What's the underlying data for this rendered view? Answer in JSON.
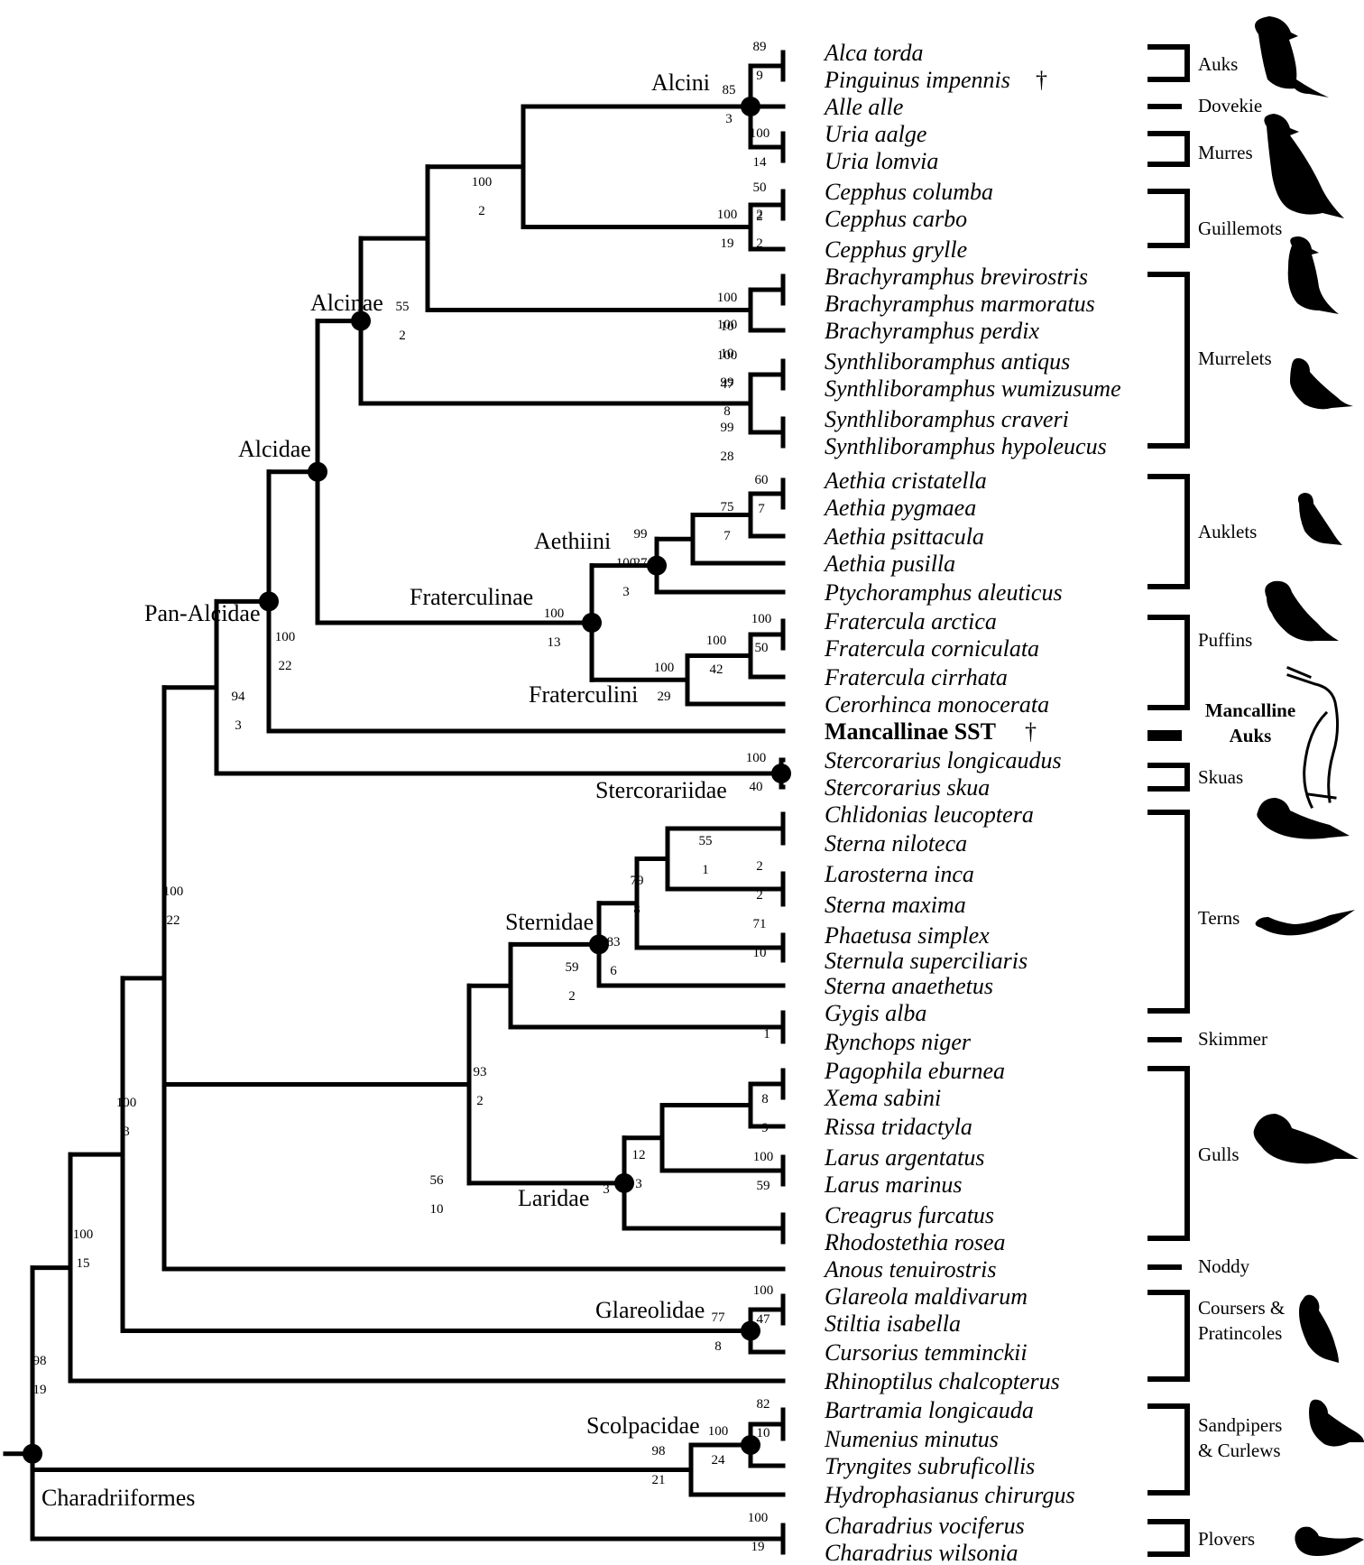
{
  "taxa": [
    {
      "name": "Alca torda",
      "extinct": false
    },
    {
      "name": "Pinguinus impennis",
      "extinct": true
    },
    {
      "name": "Alle alle",
      "extinct": false
    },
    {
      "name": "Uria aalge",
      "extinct": false
    },
    {
      "name": "Uria lomvia",
      "extinct": false
    },
    {
      "name": "Cepphus columba",
      "extinct": false
    },
    {
      "name": "Cepphus carbo",
      "extinct": false
    },
    {
      "name": "Cepphus grylle",
      "extinct": false
    },
    {
      "name": "Brachyramphus brevirostris",
      "extinct": false
    },
    {
      "name": "Brachyramphus marmoratus",
      "extinct": false
    },
    {
      "name": "Brachyramphus perdix",
      "extinct": false
    },
    {
      "name": "Synthliboramphus antiqus",
      "extinct": false
    },
    {
      "name": "Synthliboramphus wumizusume",
      "extinct": false
    },
    {
      "name": "Synthliboramphus craveri",
      "extinct": false
    },
    {
      "name": "Synthliboramphus hypoleucus",
      "extinct": false
    },
    {
      "name": "Aethia cristatella",
      "extinct": false
    },
    {
      "name": "Aethia pygmaea",
      "extinct": false
    },
    {
      "name": "Aethia psittacula",
      "extinct": false
    },
    {
      "name": "Aethia pusilla",
      "extinct": false
    },
    {
      "name": "Ptychoramphus aleuticus",
      "extinct": false
    },
    {
      "name": "Fratercula arctica",
      "extinct": false
    },
    {
      "name": "Fratercula corniculata",
      "extinct": false
    },
    {
      "name": "Fratercula cirrhata",
      "extinct": false
    },
    {
      "name": "Cerorhinca monocerata",
      "extinct": false
    },
    {
      "name": "Mancallinae SST",
      "extinct": true,
      "bold": true
    },
    {
      "name": "Stercorarius longicaudus",
      "extinct": false
    },
    {
      "name": "Stercorarius skua",
      "extinct": false
    },
    {
      "name": "Chlidonias leucoptera",
      "extinct": false
    },
    {
      "name": "Sterna niloteca",
      "extinct": false
    },
    {
      "name": "Larosterna inca",
      "extinct": false
    },
    {
      "name": "Sterna maxima",
      "extinct": false
    },
    {
      "name": "Phaetusa simplex",
      "extinct": false
    },
    {
      "name": "Sternula superciliaris",
      "extinct": false
    },
    {
      "name": "Sterna anaethetus",
      "extinct": false
    },
    {
      "name": "Gygis alba",
      "extinct": false
    },
    {
      "name": "Rynchops niger",
      "extinct": false
    },
    {
      "name": "Pagophila eburnea",
      "extinct": false
    },
    {
      "name": "Xema sabini",
      "extinct": false
    },
    {
      "name": "Rissa tridactyla",
      "extinct": false
    },
    {
      "name": "Larus argentatus",
      "extinct": false
    },
    {
      "name": "Larus marinus",
      "extinct": false
    },
    {
      "name": "Creagrus furcatus",
      "extinct": false
    },
    {
      "name": "Rhodostethia rosea",
      "extinct": false
    },
    {
      "name": "Anous tenuirostris",
      "extinct": false
    },
    {
      "name": "Glareola maldivarum",
      "extinct": false
    },
    {
      "name": "Stiltia isabella",
      "extinct": false
    },
    {
      "name": "Cursorius temminckii",
      "extinct": false
    },
    {
      "name": "Rhinoptilus chalcopterus",
      "extinct": false
    },
    {
      "name": "Bartramia longicauda",
      "extinct": false
    },
    {
      "name": "Numenius minutus",
      "extinct": false
    },
    {
      "name": "Tryngites subruficollis",
      "extinct": false
    },
    {
      "name": "Hydrophasianus chirurgus",
      "extinct": false
    },
    {
      "name": "Charadrius vociferus",
      "extinct": false
    },
    {
      "name": "Charadrius wilsonia",
      "extinct": false
    }
  ],
  "dagger": "†",
  "groups": [
    {
      "label": "Auks",
      "bold": false
    },
    {
      "label": "Dovekie",
      "bold": false
    },
    {
      "label": "Murres",
      "bold": false
    },
    {
      "label": "Guillemots",
      "bold": false
    },
    {
      "label": "Murrelets",
      "bold": false
    },
    {
      "label": "Auklets",
      "bold": false
    },
    {
      "label": "Puffins",
      "bold": false
    },
    {
      "label": "Mancalline Auks",
      "bold": true
    },
    {
      "label": "Skuas",
      "bold": false
    },
    {
      "label": "Terns",
      "bold": false
    },
    {
      "label": "Skimmer",
      "bold": false
    },
    {
      "label": "Gulls",
      "bold": false
    },
    {
      "label": "Noddy",
      "bold": false
    },
    {
      "label": "Coursers & Pratincoles",
      "bold": false
    },
    {
      "label": "Sandpipers & Curlews",
      "bold": false
    },
    {
      "label": "Plovers",
      "bold": false
    }
  ],
  "clades": [
    "Alcini",
    "Alcinae",
    "Alcidae",
    "Aethiini",
    "Fraterculinae",
    "Pan-Alcidae",
    "Fraterculini",
    "Stercorariidae",
    "Sternidae",
    "Laridae",
    "Glareolidae",
    "Scolpacidae",
    "Charadriiformes"
  ],
  "supports": [
    [
      "89",
      "9"
    ],
    [
      "85",
      "3"
    ],
    [
      "100",
      "14"
    ],
    [
      "50",
      "2"
    ],
    [
      "100",
      "19"
    ],
    [
      "2",
      "2"
    ],
    [
      "100",
      "10"
    ],
    [
      "100",
      "10"
    ],
    [
      "55",
      "2"
    ],
    [
      "100",
      "47"
    ],
    [
      "99",
      "8"
    ],
    [
      "99",
      "28"
    ],
    [
      "100",
      "2"
    ],
    [
      "60",
      "7"
    ],
    [
      "75",
      "7"
    ],
    [
      "99",
      "27"
    ],
    [
      "100",
      "3"
    ],
    [
      "100",
      "13"
    ],
    [
      "100",
      "50"
    ],
    [
      "100",
      "42"
    ],
    [
      "100",
      "29"
    ],
    [
      "100",
      "22"
    ],
    [
      "94",
      "3"
    ],
    [
      "100",
      "40"
    ],
    [
      "55",
      "1"
    ],
    [
      "2",
      "2"
    ],
    [
      "71",
      "10"
    ],
    [
      "79",
      "8"
    ],
    [
      "83",
      "6"
    ],
    [
      "59",
      "2"
    ],
    [
      "1",
      ""
    ],
    [
      "8",
      "9"
    ],
    [
      "100",
      "59"
    ],
    [
      "3",
      ""
    ],
    [
      "12",
      "3"
    ],
    [
      "93",
      "2"
    ],
    [
      "56",
      "10"
    ],
    [
      "100",
      "22"
    ],
    [
      "100",
      "47"
    ],
    [
      "77",
      "8"
    ],
    [
      "100",
      "3"
    ],
    [
      "100",
      "15"
    ],
    [
      "82",
      "10"
    ],
    [
      "100",
      "24"
    ],
    [
      "98",
      "21"
    ],
    [
      "98",
      "19"
    ],
    [
      "100",
      "19"
    ]
  ]
}
